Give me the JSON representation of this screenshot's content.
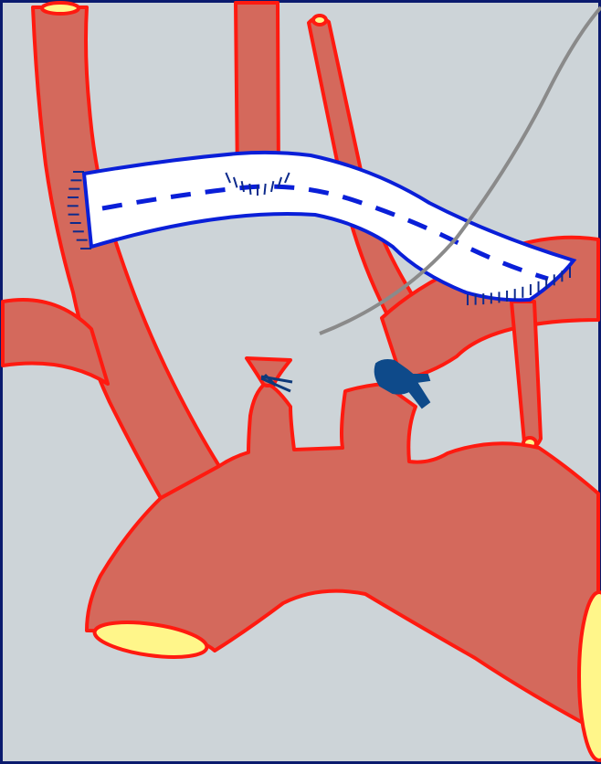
{
  "diagram": {
    "colors": {
      "background": "#cdd4d8",
      "border": "#0b1a6e",
      "vessel_fill": "#d4695c",
      "vessel_outline": "#ff1a10",
      "lumen": "#fff68a",
      "graft_fill": "#ffffff",
      "graft_outline": "#0a1fd8",
      "suture": "#0d2a8c",
      "clamp": "#0e4a8a",
      "ligature": "#0e3a7a",
      "guide_line": "#8a8a8a"
    },
    "elements": [
      "aorta",
      "brachiocephalic-artery",
      "left-common-carotid-artery",
      "right-branch-vessel",
      "left-subclavian-artery",
      "tube-graft",
      "vascular-clamp",
      "ligated-stump",
      "guide-wire"
    ]
  }
}
